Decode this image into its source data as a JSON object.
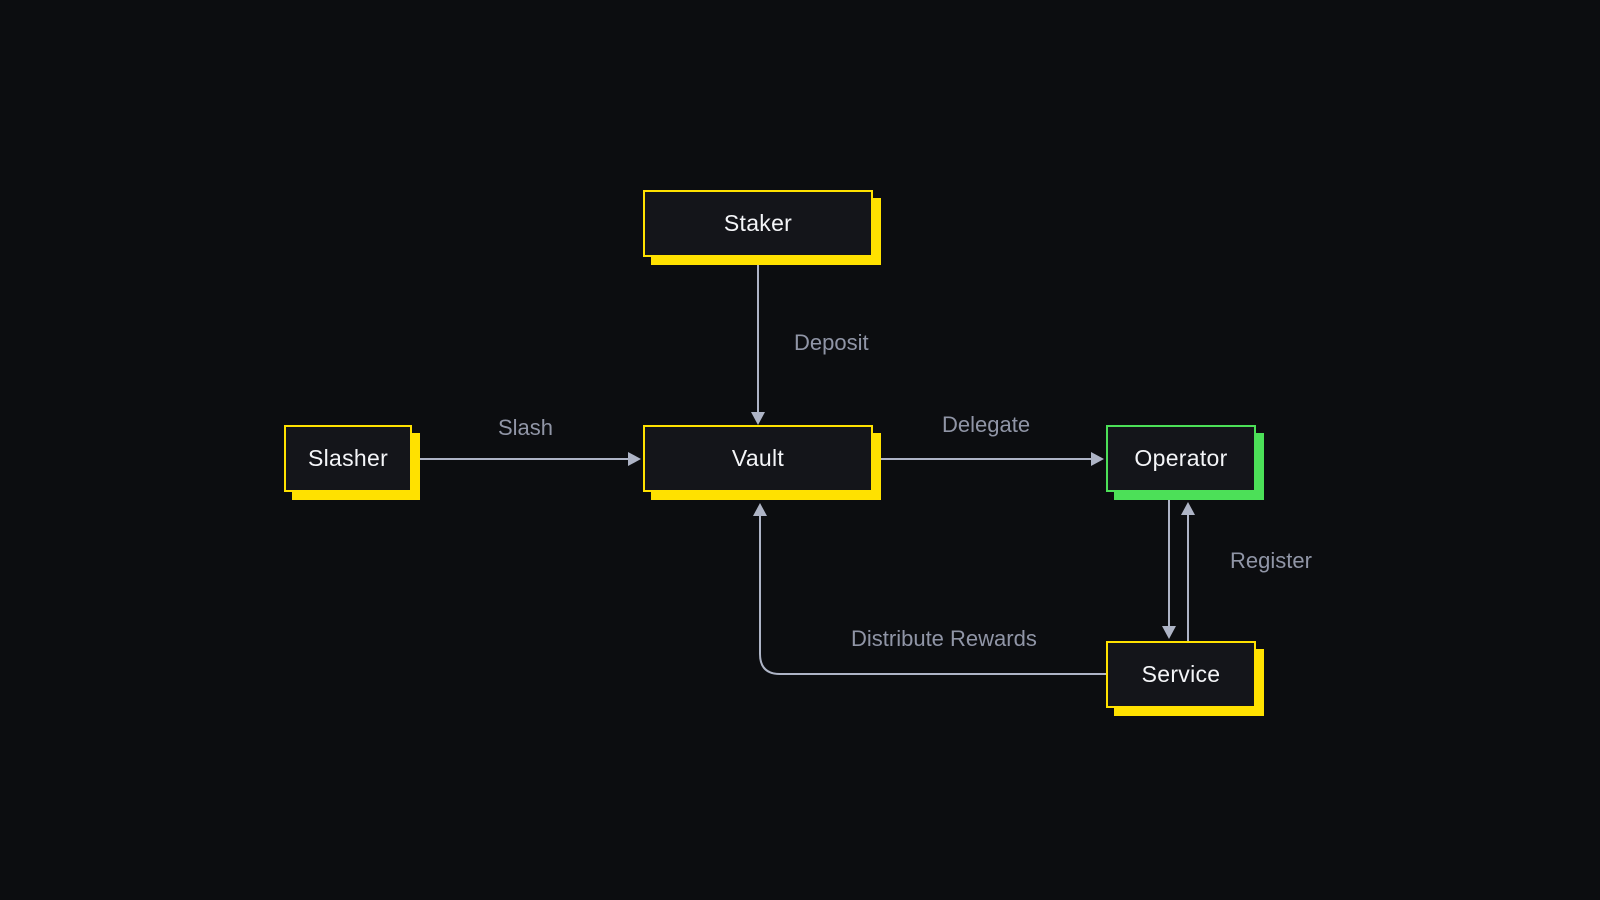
{
  "diagram": {
    "nodes": {
      "staker": {
        "label": "Staker",
        "accent": "#ffe100"
      },
      "slasher": {
        "label": "Slasher",
        "accent": "#ffe100"
      },
      "vault": {
        "label": "Vault",
        "accent": "#ffe100"
      },
      "operator": {
        "label": "Operator",
        "accent": "#4ce058"
      },
      "service": {
        "label": "Service",
        "accent": "#ffe100"
      }
    },
    "edges": {
      "deposit": {
        "label": "Deposit",
        "from": "staker",
        "to": "vault"
      },
      "slash": {
        "label": "Slash",
        "from": "slasher",
        "to": "vault"
      },
      "delegate": {
        "label": "Delegate",
        "from": "vault",
        "to": "operator"
      },
      "register": {
        "label": "Register",
        "from": "operator",
        "to": "service",
        "bidirectional": true
      },
      "distribute_rewards": {
        "label": "Distribute Rewards",
        "from": "service",
        "to": "vault"
      }
    },
    "colors": {
      "background": "#0c0d10",
      "node_fill": "#14151a",
      "node_text": "#f4f5f8",
      "accent_yellow": "#ffe100",
      "accent_green": "#4ce058",
      "edge_line": "#aeb4c6",
      "edge_label": "#9095a6"
    }
  }
}
